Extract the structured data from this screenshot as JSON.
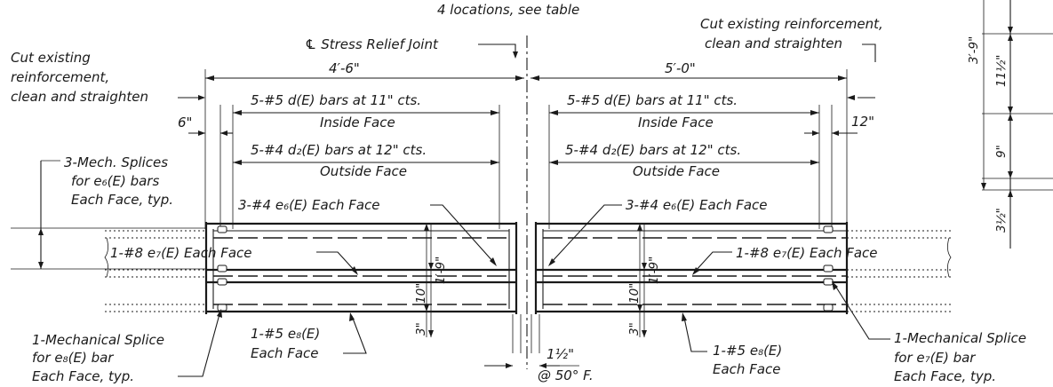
{
  "top_note": "4 locations, see table",
  "centerline_note": "℄ Stress Relief Joint",
  "left": {
    "cut_note": [
      "Cut existing",
      "reinforcement,",
      "clean and straighten"
    ],
    "overall_dim": "4′-6\"",
    "end_dim": "6\"",
    "d_bars": "5-#5 d(E) bars at 11\" cts.",
    "d_face": "Inside Face",
    "d2_bars": "5-#4 d₂(E) bars at 12\" cts.",
    "d2_face": "Outside Face",
    "mech_splices_note": [
      "3-Mech. Splices",
      "for e₆(E) bars",
      "Each Face, typ."
    ],
    "e6_label": "3-#4 e₆(E) Each Face",
    "e7_label": "1-#8 e₇(E) Each Face",
    "e8_label": [
      "1-#5 e₈(E)",
      "Each Face"
    ],
    "splice_note": [
      "1-Mechanical Splice",
      "for e₈(E) bar",
      "Each Face, typ."
    ],
    "dim_19": "1′-9\"",
    "dim_10": "10\"",
    "dim_3": "3\""
  },
  "right": {
    "cut_note": [
      "Cut existing reinforcement,",
      "clean and straighten"
    ],
    "overall_dim": "5′-0\"",
    "end_dim": "12\"",
    "d_bars": "5-#5 d(E) bars at 11\" cts.",
    "d_face": "Inside Face",
    "d2_bars": "5-#4 d₂(E) bars at 12\" cts.",
    "d2_face": "Outside Face",
    "e6_label": "3-#4 e₆(E) Each Face",
    "e7_label": "1-#8 e₇(E) Each Face",
    "e8_label": [
      "1-#5 e₈(E)",
      "Each Face"
    ],
    "splice_note": [
      "1-Mechanical Splice",
      "for e₇(E) bar",
      "Each Face, typ."
    ],
    "dim_19": "1′-9\"",
    "dim_10": "10\"",
    "dim_3": "3\""
  },
  "joint": {
    "gap_dim": "1½\"",
    "temp_note": "@ 50° F."
  },
  "section_dims": [
    "3′-9\"",
    "11½\"",
    "9\"",
    "3½\""
  ]
}
